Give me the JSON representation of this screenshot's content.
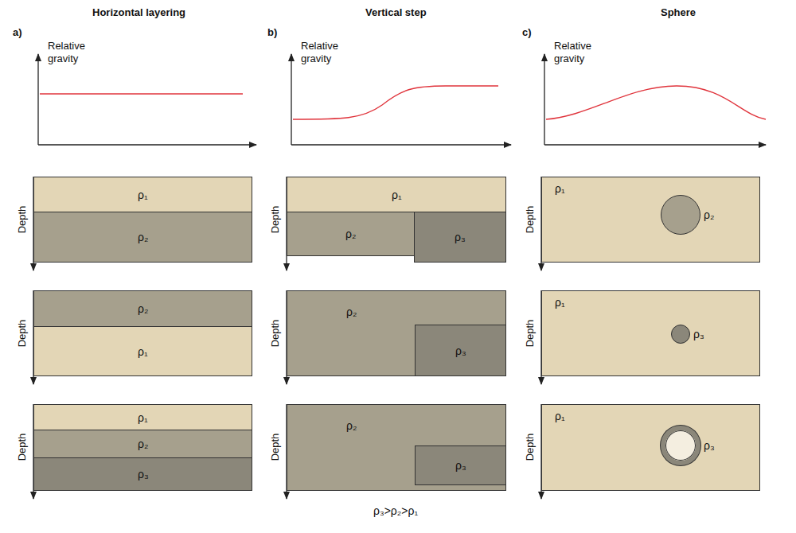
{
  "diagram": {
    "nodes": [
      {
        "text": [
          "ρ₁"
        ]
      },
      {
        "text": [
          "ρ₂"
        ]
      },
      {
        "text": [
          "ρ₁"
        ]
      },
      {
        "text": [
          "ρ₂"
        ]
      },
      {
        "text": [
          "ρ₃"
        ]
      },
      {
        "text": [
          "ρ₁"
        ]
      },
      {
        "text": [
          "ρ₂"
        ],
        "in": 5
      },
      {
        "text": [
          "ρ₂"
        ]
      },
      {
        "text": [
          "ρ₁"
        ]
      },
      {
        "text": [
          "ρ₂"
        ]
      },
      {
        "text": [
          "ρ₃"
        ],
        "in": 9
      },
      {
        "text": [
          "ρ₁"
        ]
      },
      {
        "text": [
          "ρ₃"
        ],
        "in": 11
      },
      {
        "text": [
          "ρ₁"
        ]
      },
      {
        "text": [
          "ρ₂"
        ]
      },
      {
        "text": [
          "ρ₃"
        ]
      },
      {
        "text": [
          "ρ₂"
        ]
      },
      {
        "text": [
          "ρ₃"
        ],
        "in": 16
      },
      {
        "text": [
          "ρ₁"
        ]
      },
      {
        "text": [
          "ρ₃"
        ],
        "in": 18
      }
    ],
    "labels": [
      "Horizontal layering",
      "Vertical step",
      "Sphere",
      "a)",
      "b)",
      "c)",
      "Relative gravity",
      "Relative gravity",
      "Relative gravity",
      "Depth",
      "Depth",
      "Depth",
      "Depth",
      "Depth",
      "Depth",
      "Depth",
      "Depth",
      "Depth",
      "ρ₃>ρ₂>ρ₁"
    ]
  }
}
